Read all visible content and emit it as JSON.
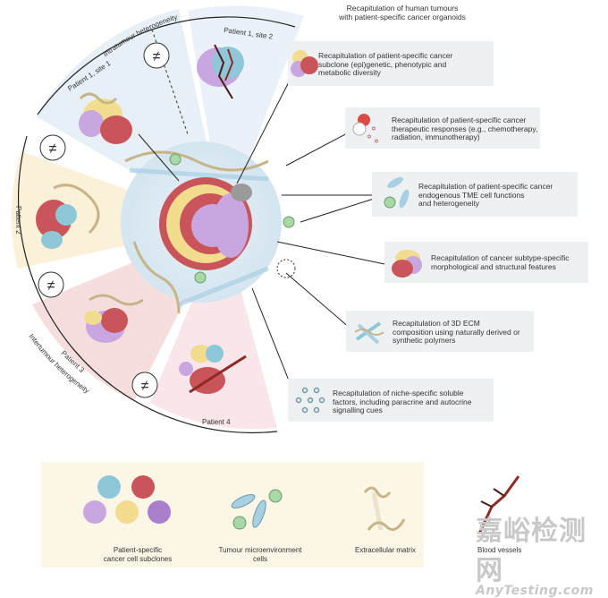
{
  "header": {
    "title_line1": "Recapitulation of human tumours",
    "title_line2": "with patient-specific cancer organoids"
  },
  "wheel": {
    "intratumour_label": "Intratumour heterogeneity",
    "intertumour_label": "Intertumour heterogeneity",
    "not_equal_symbol": "≠",
    "segments": [
      {
        "label": "Patient 1, site 1"
      },
      {
        "label": "Patient 1, site 2"
      },
      {
        "label": "Patient 2"
      },
      {
        "label": "Patient 3"
      },
      {
        "label": "Patient 4"
      }
    ]
  },
  "features": [
    {
      "lines": [
        "Recapitulation of patient-specific cancer",
        "subclone (epi)genetic, phenotypic and",
        "metabolic diversity"
      ],
      "icon": "cancer-subclone-cluster-icon"
    },
    {
      "lines": [
        "Recapitulation of patient-specific cancer",
        "therapeutic responses (e.g., chemotherapy,",
        "radiation, immunotherapy)"
      ],
      "icon": "drug-capsule-icon"
    },
    {
      "lines": [
        "Recapitulation of patient-specific cancer",
        "endogenous TME cell functions",
        "and heterogeneity"
      ],
      "icon": "tme-cells-icon"
    },
    {
      "lines": [
        "Recapitulation of cancer subtype-specific",
        "morphological and structural features"
      ],
      "icon": "tumour-morphology-icon"
    },
    {
      "lines": [
        "Recapitulation of 3D ECM",
        "composition using naturally derived or",
        "synthetic polymers"
      ],
      "icon": "ecm-fibres-icon"
    },
    {
      "lines": [
        "Recapitulation of niche-specific soluble",
        "factors, including paracrine and autocrine",
        "signalling cues"
      ],
      "icon": "soluble-factors-icon"
    }
  ],
  "legend": {
    "items": [
      {
        "lines": [
          "Patient-specific",
          "cancer cell subclones"
        ]
      },
      {
        "lines": [
          "Tumour microenvironment",
          "cells"
        ]
      },
      {
        "lines": [
          "Extracellular matrix"
        ]
      },
      {
        "lines": [
          "Blood vessels"
        ]
      }
    ]
  },
  "colors": {
    "cancer_red": "#c9545a",
    "cancer_yellow": "#f2dc8e",
    "cancer_purple": "#c9a6e0",
    "cancer_blue": "#8ec8d8",
    "tme_blue": "#a9cfe3",
    "tme_green": "#a8d8a8",
    "ecm_tan": "#c8b48a",
    "vessel_red": "#8e2a24",
    "organoid_bg": "#dbe9f2",
    "box_bg": "#eef1f2",
    "legend_bg": "#fbf6e6"
  },
  "watermark": {
    "cn": "嘉峪检测网",
    "en": "AnyTesting.com"
  }
}
